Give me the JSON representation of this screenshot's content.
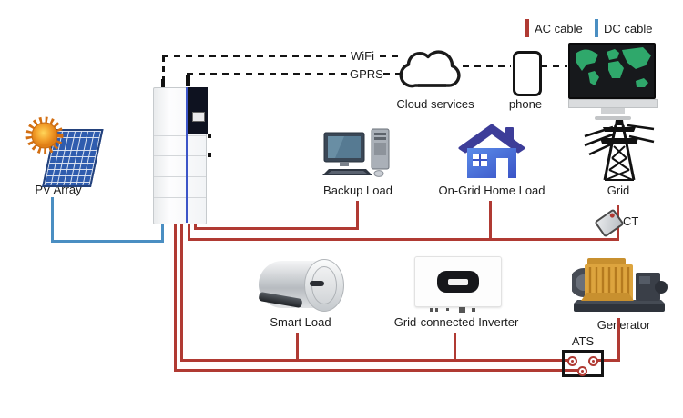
{
  "legend": {
    "ac": {
      "label": "AC cable",
      "color": "#b03a33"
    },
    "dc": {
      "label": "DC cable",
      "color": "#4a8ec2"
    }
  },
  "comms": {
    "wifi_label": "WiFi",
    "gprs_label": "GPRS"
  },
  "nodes": {
    "pv_array": {
      "label": "PV Array"
    },
    "cloud": {
      "label": "Cloud services"
    },
    "phone": {
      "label": "phone"
    },
    "backup_load": {
      "label": "Backup Load"
    },
    "ongrid_home": {
      "label": "On-Grid Home Load"
    },
    "grid": {
      "label": "Grid"
    },
    "ct": {
      "label": "CT"
    },
    "smart_load": {
      "label": "Smart Load"
    },
    "grid_inverter": {
      "label": "Grid-connected Inverter"
    },
    "generator": {
      "label": "Generator"
    },
    "ats": {
      "label": "ATS"
    }
  },
  "icons": {
    "sun": "sun-icon",
    "solar_panel": "solar-panel-icon",
    "battery_tower": "hybrid-inverter-battery-tower",
    "cloud": "cloud-icon",
    "phone": "smartphone-icon",
    "monitor": "monitor-world-map-icon",
    "desktop_pc": "desktop-pc-icon",
    "house": "house-icon",
    "pylon": "transmission-tower-icon",
    "ct_clamp": "ct-clamp-icon",
    "water_heater": "water-heater-icon",
    "inverter_box": "grid-inverter-icon",
    "generator": "generator-icon",
    "ats_box": "ats-switch-icon"
  }
}
